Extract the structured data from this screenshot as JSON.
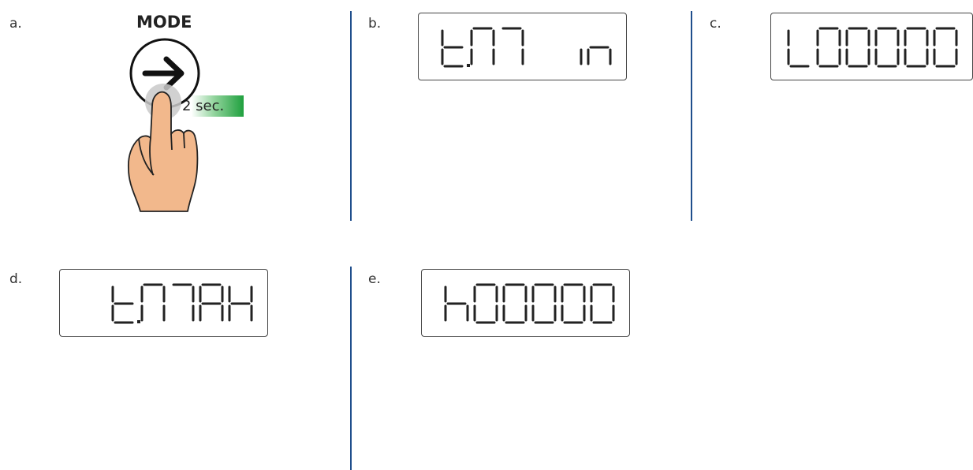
{
  "steps": {
    "a": {
      "label": "a.",
      "button_label": "MODE",
      "button_icon": "arrow-right-icon",
      "hold_duration": "2 sec.",
      "hold_color_start": "#ffffff",
      "hold_color_end": "#1fa03e",
      "hand_color": "#f2b88c"
    },
    "b": {
      "label": "b.",
      "display": "t.Min"
    },
    "c": {
      "label": "c.",
      "display": "L00000"
    },
    "d": {
      "label": "d.",
      "display": "t.MAH"
    },
    "e": {
      "label": "e.",
      "display": "h00000"
    }
  },
  "colors": {
    "divider": "#1f4e8c",
    "display_border": "#444444",
    "segment": "#222222"
  }
}
